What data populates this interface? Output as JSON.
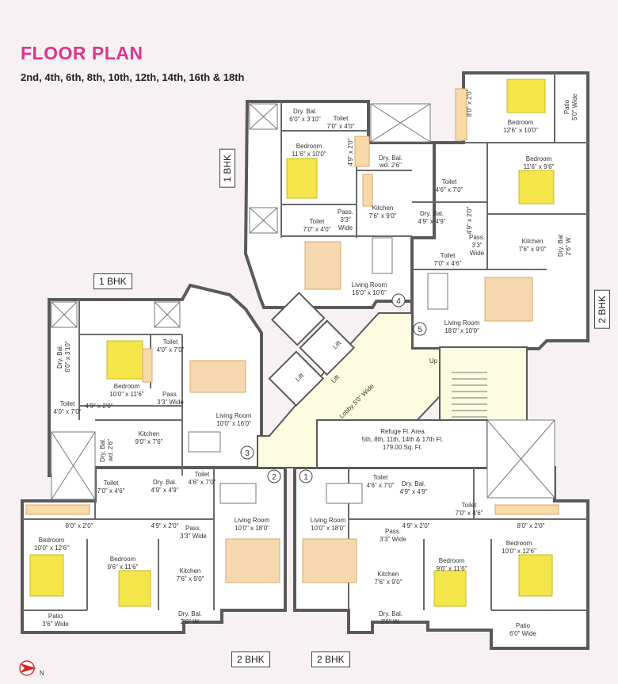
{
  "header": {
    "title": "FLOOR PLAN",
    "floors": "2nd, 4th, 6th, 8th, 10th, 12th, 14th, 16th & 18th"
  },
  "unit_tags": {
    "top_left_1bhk": "1 BHK",
    "left_1bhk": "1 BHK",
    "right_2bhk": "2 BHK",
    "bottom_left_2bhk": "2 BHK",
    "bottom_right_2bhk": "2 BHK"
  },
  "colors": {
    "wall": "#5a5a5a",
    "floor": "#ffffff",
    "core": "#fdfbe0",
    "bed": "#f4e64a",
    "sofa": "#f6d8b0",
    "title": "#e0348d"
  },
  "flats": {
    "flat4": {
      "dry_bal": [
        "Dry. Bal.",
        "6'0\" x 3'10\""
      ],
      "toilet_top": [
        "Toilet",
        "7'0\" x 4'0\""
      ],
      "bedroom": [
        "Bedroom",
        "11'6\" x 10'0\""
      ],
      "wardrobe": "4'9\" x 2'0\"",
      "dry_bal_wd": [
        "Dry. Bal.",
        "wd. 2'6\""
      ],
      "kitchen": [
        "Kitchen",
        "7'6\" x 9'0\""
      ],
      "toilet_bottom": [
        "Toilet",
        "7'0\" x 4'0\""
      ],
      "pass": [
        "Pass.",
        "3'3\"",
        "Wide"
      ],
      "living": [
        "Living Room",
        "16'0\" x 10'0\""
      ],
      "number": "4"
    },
    "flat5": {
      "wardrobe_top": "8'0\" x 2'0\"",
      "bedroom1": [
        "Bedroom",
        "12'6\" x 10'0\""
      ],
      "patio": [
        "Patio",
        "5'0\" Wide"
      ],
      "toilet1": [
        "Toilet",
        "4'6\" x 7'0\""
      ],
      "bedroom2": [
        "Bedroom",
        "11'6\" x 9'6\""
      ],
      "dry_bal": [
        "Dry. Bal.",
        "4'9\" x 4'9\""
      ],
      "wardrobe2": "4'9\" x 2'0\"",
      "pass": [
        "Pass.",
        "3'3\"",
        "Wide"
      ],
      "kitchen": [
        "Kitchen",
        "7'6\" x 9'0\""
      ],
      "dry_bal_w": [
        "Dry. Bal",
        "2'6\" W."
      ],
      "toilet2": [
        "Toilet",
        "7'0\" x 4'6\""
      ],
      "living": [
        "Living Room",
        "18'0\" x 10'0\""
      ],
      "number": "5"
    },
    "flat3": {
      "toilet1": [
        "Toilet",
        "4'0\" x 7'0\""
      ],
      "dry_bal": [
        "Dry. Bal.",
        "6'0\" x 3'10\""
      ],
      "bedroom": [
        "Bedroom",
        "10'0\" x 11'6\""
      ],
      "pass": [
        "Pass.",
        "3'3\" Wide"
      ],
      "wardrobe": "4'9\" x 2'0\"",
      "toilet2": [
        "Toilet",
        "4'0\" x 7'0\""
      ],
      "living": [
        "Living Room",
        "10'0\" x 16'0\""
      ],
      "kitchen": [
        "Kitchen",
        "9'0\" x 7'6\""
      ],
      "dry_bal_wd": [
        "Dry. Bal.",
        "wd. 2'6\""
      ],
      "number": "3"
    },
    "flat2": {
      "toilet_top": [
        "Toilet",
        "4'6\" x 7'0\""
      ],
      "dry_bal": [
        "Dry. Bal.",
        "4'9\" x 4'9\""
      ],
      "toilet2": [
        "Toilet",
        "7'0\" x 4'6\""
      ],
      "wardrobe1": "8'0\" x 2'0\"",
      "wardrobe2": "4'9\" x 2'0\"",
      "bedroom1": [
        "Bedroom",
        "10'0\" x 12'6\""
      ],
      "bedroom2": [
        "Bedroom",
        "9'6\" x 11'6\""
      ],
      "pass": [
        "Pass.",
        "3'3\" Wide"
      ],
      "living": [
        "Living Room",
        "10'0\" x 18'0\""
      ],
      "kitchen": [
        "Kitchen",
        "7'6\" x 9'0\""
      ],
      "patio": [
        "Patio",
        "3'6\" Wide"
      ],
      "dry_bal_w": [
        "Dry. Bal.",
        "2'6\" W."
      ],
      "number": "2"
    },
    "flat1": {
      "toilet_top": [
        "Toilet",
        "4'6\" x 7'0\""
      ],
      "dry_bal": [
        "Dry. Bal.",
        "4'9\" x 4'9\""
      ],
      "toilet2": [
        "Toilet",
        "7'0\" x 4'6\""
      ],
      "wardrobe1": "8'0\" x 2'0\"",
      "wardrobe2": "4'9\" x 2'0\"",
      "living": [
        "Living Room",
        "10'0\" x 18'0\""
      ],
      "pass": [
        "Pass.",
        "3'3\" Wide"
      ],
      "bedroom1": [
        "Bedroom",
        "10'0\" x 12'6\""
      ],
      "bedroom2": [
        "Bedroom",
        "9'6\" x 11'6\""
      ],
      "kitchen": [
        "Kitchen",
        "7'6\" x 9'0\""
      ],
      "patio": [
        "Patio",
        "6'0\" Wide"
      ],
      "dry_bal_w": [
        "Dry. Bal.",
        "2'6\" W."
      ],
      "number": "1"
    }
  },
  "core": {
    "lift1": "Lift",
    "lift2": "Lift",
    "lift3": "Lift",
    "lobby": "Lobby 5'0\" Wide",
    "up": "Up",
    "refuge": [
      "Refuge Fl. Area",
      "5th, 8th, 11th, 14th & 17th Fl.",
      "179.00 Sq. Ft."
    ]
  },
  "compass": "N"
}
